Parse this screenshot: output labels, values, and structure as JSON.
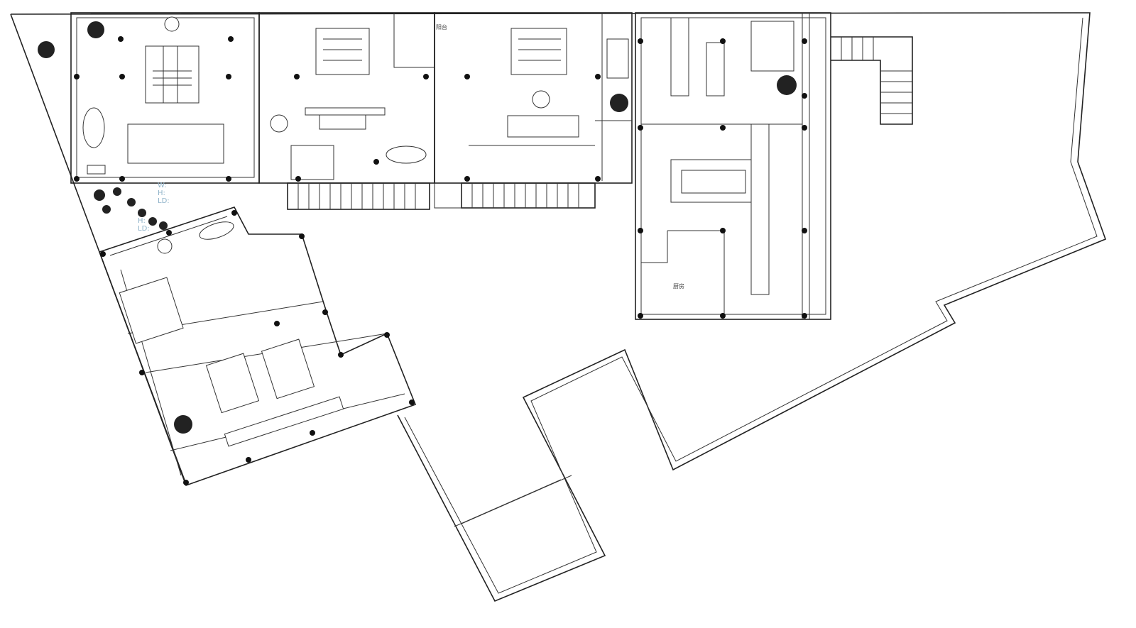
{
  "labels": {
    "balcony": "阳台",
    "kitchen": "厨房"
  },
  "annotations": {
    "block1": [
      "W:",
      "H:",
      "LD:"
    ],
    "block2": [
      "H:",
      "LD:"
    ]
  },
  "colors": {
    "line": "#222222",
    "annotation": "#8fb3c9"
  }
}
